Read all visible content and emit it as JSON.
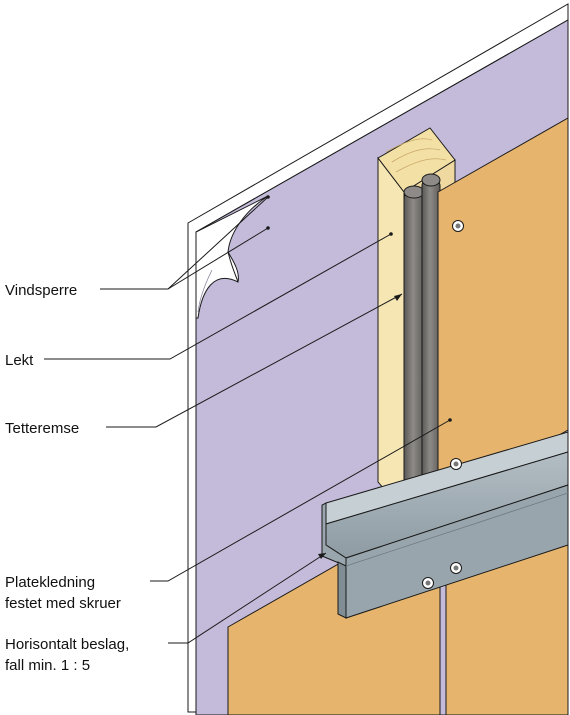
{
  "labels": {
    "vindsperre": "Vindsperre",
    "lekt": "Lekt",
    "tetteremse": "Tetteremse",
    "platekledning": [
      "Platekledning",
      "festet med skruer"
    ],
    "horisontalt_beslag": [
      "Horisontalt beslag,",
      "fall min. 1 : 5"
    ]
  },
  "colors": {
    "wall": "#c3bbd9",
    "wall_edge": "#ffffff",
    "panel": "#e6b46c",
    "batten": "#f5e6b4",
    "seal_strip": "#726f6c",
    "flashing": "#9ba7ae",
    "outline": "#1a1a1a"
  }
}
